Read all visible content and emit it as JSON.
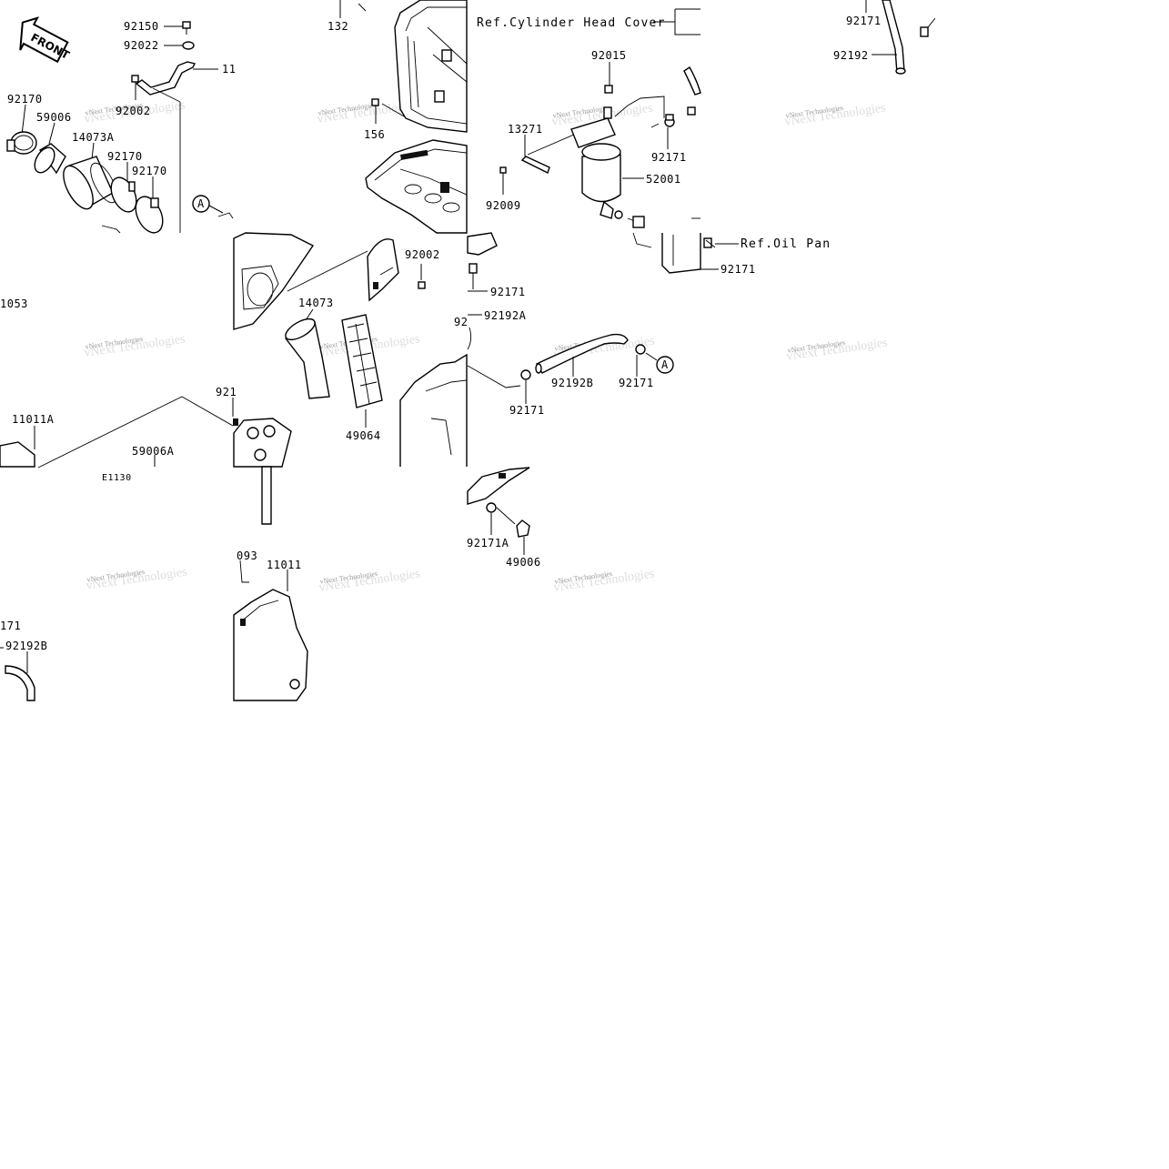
{
  "diagram_code": "E1130",
  "front_label": "FRONT",
  "circle_marker": "A",
  "refs": {
    "cylinder_head_cover": "Ref.Cylinder Head Cover",
    "oil_pan": "Ref.Oil Pan"
  },
  "watermark": "vNext Technologies",
  "parts": [
    {
      "id": "p1",
      "text": "92150"
    },
    {
      "id": "p2",
      "text": "92022"
    },
    {
      "id": "p3",
      "text": "11"
    },
    {
      "id": "p4",
      "text": "92170"
    },
    {
      "id": "p5",
      "text": "59006"
    },
    {
      "id": "p6",
      "text": "92002"
    },
    {
      "id": "p7",
      "text": "14073A"
    },
    {
      "id": "p8",
      "text": "92170"
    },
    {
      "id": "p9",
      "text": "92170"
    },
    {
      "id": "p10",
      "text": "132"
    },
    {
      "id": "p11",
      "text": "156"
    },
    {
      "id": "p12",
      "text": "92015"
    },
    {
      "id": "p13",
      "text": "13271"
    },
    {
      "id": "p14",
      "text": "92171"
    },
    {
      "id": "p15",
      "text": "52001"
    },
    {
      "id": "p16",
      "text": "92009"
    },
    {
      "id": "p17",
      "text": "92171"
    },
    {
      "id": "p18",
      "text": "92192"
    },
    {
      "id": "p19",
      "text": "1053"
    },
    {
      "id": "p20",
      "text": "92002"
    },
    {
      "id": "p21",
      "text": "14073"
    },
    {
      "id": "p22",
      "text": "92171"
    },
    {
      "id": "p23",
      "text": "92192A"
    },
    {
      "id": "p24",
      "text": "92171"
    },
    {
      "id": "p25",
      "text": "92192B"
    },
    {
      "id": "p26",
      "text": "92171"
    },
    {
      "id": "p27",
      "text": "92171"
    },
    {
      "id": "p28",
      "text": "11011A"
    },
    {
      "id": "p29",
      "text": "59006A"
    },
    {
      "id": "p30",
      "text": "49064"
    },
    {
      "id": "p31",
      "text": "921"
    },
    {
      "id": "p32",
      "text": "92"
    },
    {
      "id": "p33",
      "text": "92171A"
    },
    {
      "id": "p34",
      "text": "49006"
    },
    {
      "id": "p35",
      "text": "093"
    },
    {
      "id": "p36",
      "text": "11011"
    },
    {
      "id": "p37",
      "text": "171"
    },
    {
      "id": "p38",
      "text": "92192B"
    }
  ]
}
